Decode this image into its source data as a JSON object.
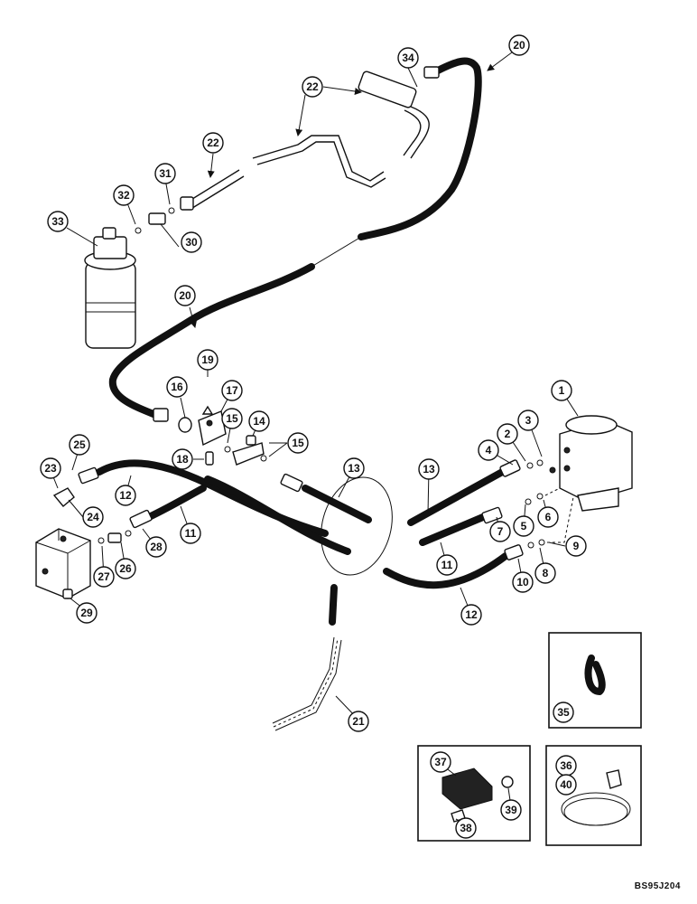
{
  "drawing": {
    "reference_code": "BS95J204",
    "callouts": [
      "1",
      "2",
      "3",
      "4",
      "5",
      "6",
      "7",
      "8",
      "9",
      "10",
      "11",
      "11",
      "12",
      "12",
      "13",
      "13",
      "14",
      "15",
      "15",
      "16",
      "17",
      "18",
      "19",
      "20",
      "20",
      "21",
      "22",
      "22",
      "23",
      "24",
      "25",
      "26",
      "27",
      "28",
      "29",
      "30",
      "31",
      "32",
      "33",
      "34",
      "35",
      "36",
      "37",
      "38",
      "39",
      "40"
    ]
  }
}
